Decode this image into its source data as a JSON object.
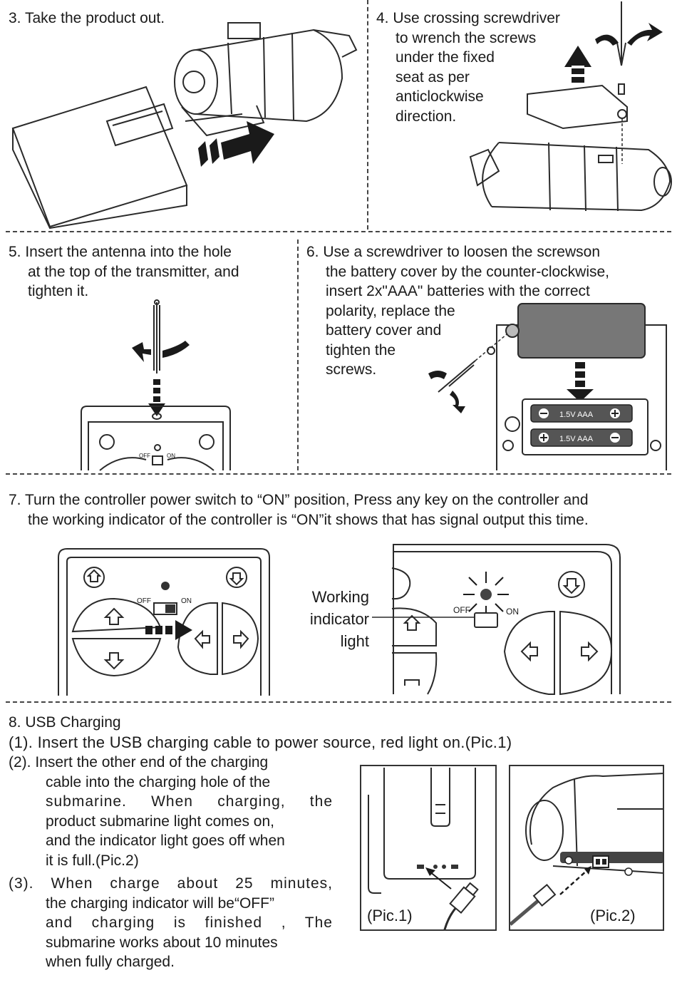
{
  "step3": {
    "text": "3. Take the product out."
  },
  "step4": {
    "lines": [
      "4. Use crossing screwdriver",
      "to wrench the screws",
      "under the fixed",
      "seat as per",
      "anticlockwise",
      "direction."
    ]
  },
  "step5": {
    "lines": [
      "5. Insert the antenna into the hole",
      "at the top of the transmitter, and",
      "tighten it."
    ]
  },
  "step6": {
    "lines": [
      "6. Use a screwdriver to loosen the screwson",
      "the battery cover by the counter-clockwise,",
      "insert 2x\"AAA\"  batteries with the correct",
      "polarity, replace the",
      "battery cover and",
      "tighten the",
      "screws."
    ],
    "battery_label": "1.5V  AAA"
  },
  "controller_labels": {
    "off": "OFF",
    "on": "ON"
  },
  "step7": {
    "lines": [
      "7. Turn the controller power switch to “ON” position, Press any key on the controller and",
      "the working indicator of the controller is “ON”it shows that has signal output this time."
    ],
    "indicator_label": [
      "Working",
      "indicator",
      "light"
    ]
  },
  "step8": {
    "title": "8. USB Charging",
    "item1": "(1). Insert the USB charging cable to power source, red light on.(Pic.1)",
    "item2": [
      "(2). Insert the other end of the charging",
      "cable into the charging hole of the",
      "submarine. When charging, the",
      "product submarine light comes on,",
      "and the indicator light goes off when",
      "it is full.(Pic.2)"
    ],
    "item3": [
      "(3). When charge about 25 minutes,",
      "the charging indicator will be“OFF”",
      "and charging is finished , The",
      "submarine works about 10 minutes",
      "when fully charged."
    ],
    "pic1_caption": "(Pic.1)",
    "pic2_caption": "(Pic.2)"
  }
}
